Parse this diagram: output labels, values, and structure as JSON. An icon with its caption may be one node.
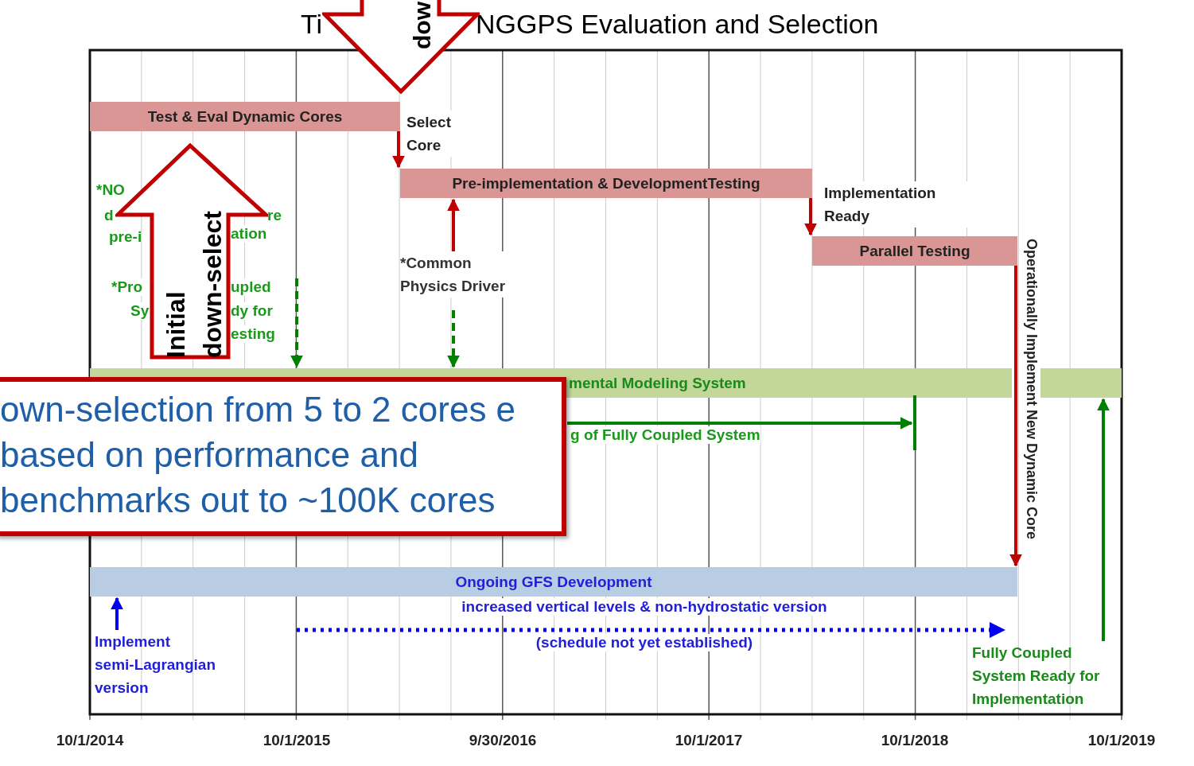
{
  "diagram": {
    "nodes": [
      {
        "text": [
          "Test & Eval Dynamic Cores"
        ]
      },
      {
        "text": [
          "Pre-implementation & DevelopmentTesting"
        ]
      },
      {
        "text": [
          "Parallel Testing"
        ]
      },
      {
        "text": [
          "mental Modeling System"
        ]
      },
      {
        "text": [
          "Ongoing GFS Development"
        ]
      },
      {
        "text": [
          "*Common Physics Driver"
        ]
      },
      {
        "text": [
          "Implement semi-Lagrangian version"
        ]
      },
      {
        "text": [
          "Fully Coupled System Ready for Implementation"
        ]
      },
      {
        "text": [
          "own-selection from 5 to 2 cores e based on performance and benchmarks out to ~100K cores"
        ]
      },
      {
        "text": [
          "Initial down-select"
        ]
      },
      {
        "text": [
          "dow"
        ]
      },
      {
        "text": [],
        "shape": "bar"
      }
    ],
    "edges": [
      {
        "from": 0,
        "to": 1,
        "arrow": "to",
        "label": "Select Core"
      },
      {
        "from": 1,
        "to": 2,
        "arrow": "to",
        "label": "Implementation Ready"
      },
      {
        "from": 2,
        "to": 4,
        "arrow": "to",
        "label": "Operationally Implement New Dynamic Core"
      },
      {
        "from": 5,
        "to": 1,
        "arrow": "to"
      },
      {
        "from": 5,
        "to": 3,
        "arrow": "to",
        "style": "dashed",
        "color": "#008000"
      },
      {
        "from": null,
        "to": 3,
        "arrow": "to",
        "style": "dashed",
        "color": "#008000"
      },
      {
        "from": 6,
        "to": 4,
        "arrow": "to",
        "color": "#0000ee"
      },
      {
        "from": 7,
        "to": 3,
        "arrow": "to",
        "color": "#008000"
      },
      {
        "from": 8,
        "to": 11,
        "arrow": "to",
        "color": "#008000"
      }
    ],
    "labels": [
      "Ti",
      "NGGPS Evaluation and Selection",
      "*NO",
      "d",
      "re",
      "pre-i",
      "ation",
      "*Pro",
      "upled",
      "Sy",
      "dy for",
      "esting",
      "g of Fully Coupled System",
      "increased vertical levels & non-hydrostatic version",
      "(schedule not yet established)",
      "10/1/2014",
      "10/1/2015",
      "9/30/2016",
      "10/1/2017",
      "10/1/2018",
      "10/1/2019"
    ]
  }
}
